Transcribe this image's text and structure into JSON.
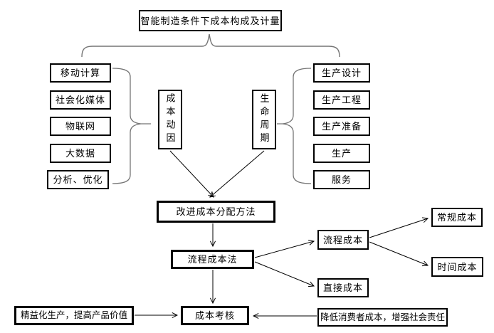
{
  "title": "智能制造条件下成本构成及计量",
  "left_column": {
    "items": [
      "移动计算",
      "社会化媒体",
      "物联网",
      "大数据",
      "分析、优化"
    ]
  },
  "right_column": {
    "items": [
      "生产设计",
      "生产工程",
      "生产准备",
      "生产",
      "服务"
    ]
  },
  "center": {
    "cost_driver": "成本动因",
    "lifecycle": "生命周期"
  },
  "flow": {
    "improve_allocation": "改进成本分配方法",
    "process_costing_method": "流程成本法",
    "process_cost": "流程成本",
    "regular_cost": "常规成本",
    "time_cost": "时间成本",
    "direct_cost": "直接成本",
    "cost_assessment": "成本考核",
    "lean_production": "精益化生产，提高产品价值",
    "consumer_cost": "降低消费者成本，增强社会责任"
  },
  "colors": {
    "line": "#000000",
    "brace": "#757575",
    "box_border": "#000000",
    "background": "#ffffff"
  }
}
